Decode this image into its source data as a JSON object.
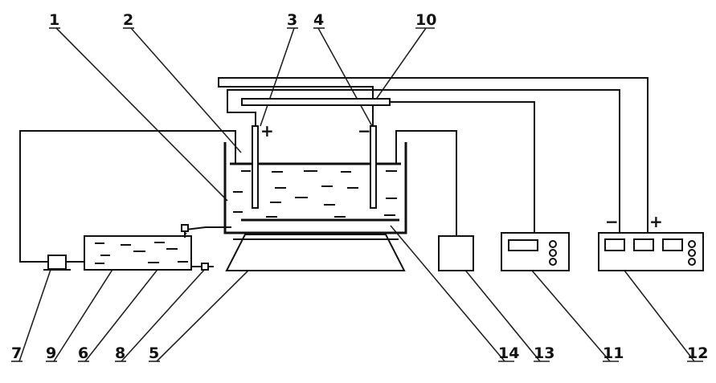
{
  "diagram": {
    "labels": {
      "n1": "1",
      "n2": "2",
      "n3": "3",
      "n4": "4",
      "n5": "5",
      "n6": "6",
      "n7": "7",
      "n8": "8",
      "n9": "9",
      "n10": "10",
      "n11": "11",
      "n12": "12",
      "n13": "13",
      "n14": "14"
    },
    "signs": {
      "anode": "+",
      "cathode": "−",
      "supply_negative": "−",
      "supply_positive": "+"
    }
  }
}
